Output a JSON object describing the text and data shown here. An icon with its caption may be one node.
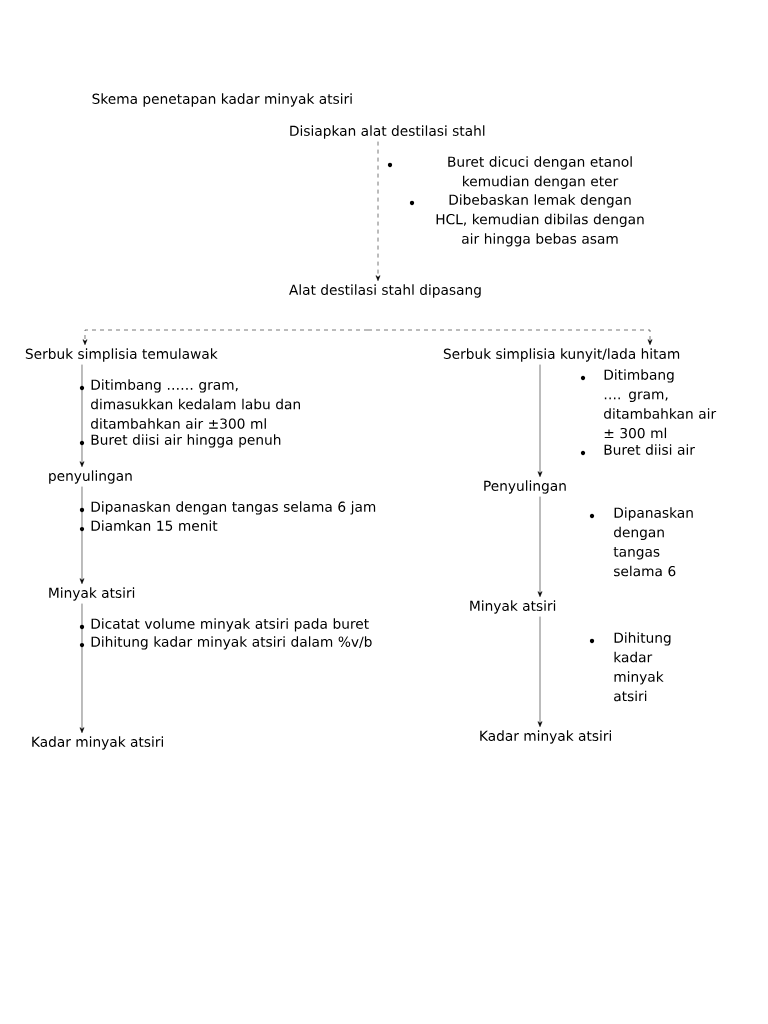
{
  "diagram": {
    "title": "Skema penetapan kadar minyak atsiri",
    "nodes": [
      {
        "text": [
          "Disiapkan alat destilasi stahl"
        ]
      },
      {
        "text": [
          "Alat destilasi stahl dipasang"
        ]
      },
      {
        "text": [
          "Serbuk simplisia temulawak"
        ]
      },
      {
        "text": [
          "Serbuk simplisia kunyit/lada hitam"
        ]
      },
      {
        "text": [
          "penyulingan"
        ]
      },
      {
        "text": [
          "Penyulingan"
        ]
      },
      {
        "text": [
          "Minyak atsiri"
        ]
      },
      {
        "text": [
          "Minyak atsiri"
        ]
      },
      {
        "text": [
          "Kadar minyak atsiri"
        ]
      },
      {
        "text": [
          "Kadar minyak atsiri"
        ]
      }
    ],
    "edges": [
      {
        "from": 0,
        "to": 1,
        "arrow": "to",
        "style": "dashed"
      },
      {
        "from": null,
        "to": 2,
        "arrow": "to",
        "style": "dashed"
      },
      {
        "from": null,
        "to": 3,
        "arrow": "to",
        "style": "dashed"
      },
      {
        "from": 2,
        "to": 4,
        "arrow": "to"
      },
      {
        "from": 3,
        "to": 5,
        "arrow": "to"
      },
      {
        "from": 4,
        "to": 6,
        "arrow": "to"
      },
      {
        "from": 5,
        "to": 7,
        "arrow": "to"
      },
      {
        "from": 6,
        "to": 8,
        "arrow": "to"
      },
      {
        "from": 7,
        "to": 9,
        "arrow": "to"
      }
    ],
    "labels": [
      "Buret dicuci dengan etanol kemudian dengan eter",
      "Dibebaskan lemak dengan HCL, kemudian dibilas dengan air hingga bebas asam",
      "Ditimbang …… gram, dimasukkan kedalam labu dan ditambahkan air ±300 ml",
      "Buret diisi air hingga penuh",
      "Dipanaskan dengan tangas selama 6 jam",
      "Diamkan 15 menit",
      "Dicatat volume minyak atsiri pada buret",
      "Dihitung kadar minyak atsiri dalam %v/b",
      "Ditimbang …. gram, ditambahkan air ± 300 ml",
      "Buret diisi air",
      "Dipanaskan dengan tangas selama 6",
      "Dihitung kadar minyak atsiri"
    ]
  }
}
